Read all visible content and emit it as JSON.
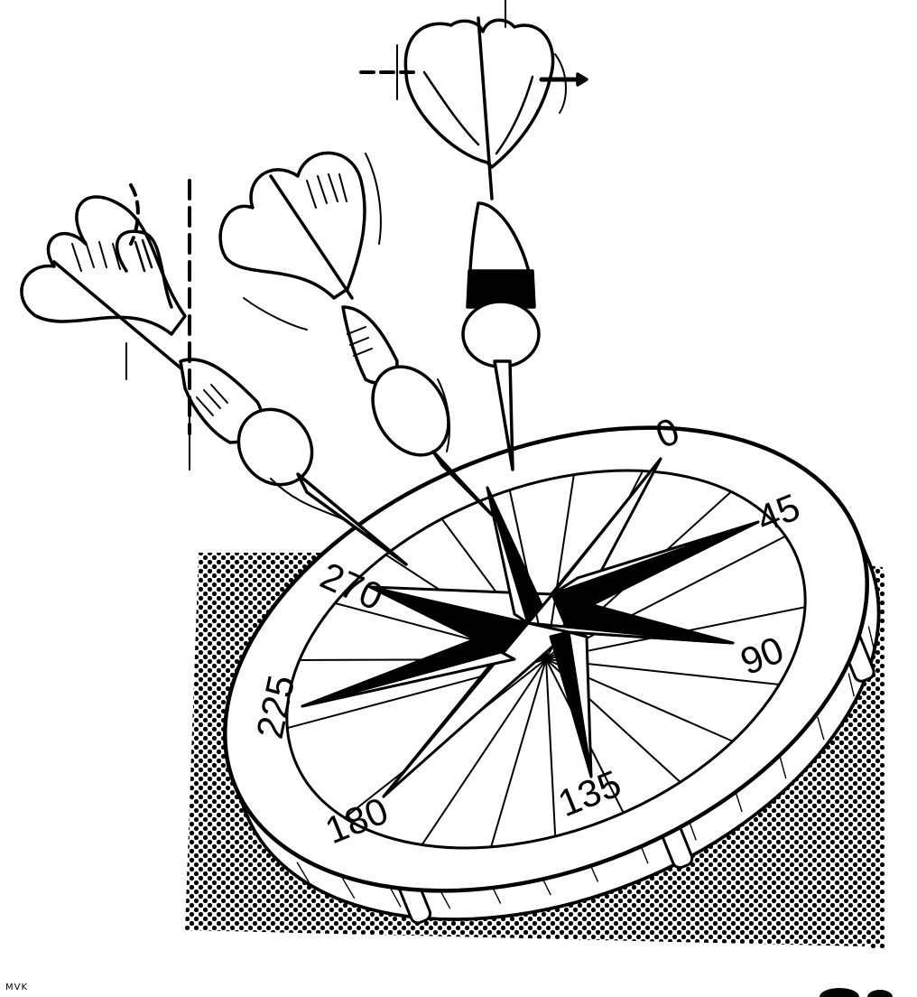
{
  "illustration": {
    "subject": "compass rose dartboard",
    "colors": {
      "ink": "#000000",
      "paper": "#ffffff",
      "halftone": "#000000"
    },
    "degree_labels": [
      "0",
      "45",
      "90",
      "135",
      "180",
      "225",
      "270"
    ],
    "darts": 3
  },
  "credit": "MVK"
}
